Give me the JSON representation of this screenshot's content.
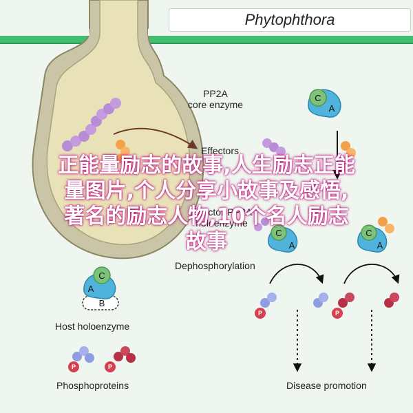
{
  "header": {
    "organism": "Phytophthora"
  },
  "labels": {
    "pp2a_core": "PP2A\ncore enzyme",
    "pp2a_line1": "PP2A",
    "pp2a_line2": "core enzyme",
    "effectors": "Effectors",
    "effector_pp2a_1": "Effector-PP2A",
    "effector_pp2a_2": "holoenzyme",
    "dephosphorylation": "Dephosphorylation",
    "host_holoenzyme": "Host holoenzyme",
    "phosphoproteins": "Phosphoproteins",
    "disease_promotion": "Disease promotion"
  },
  "subunits": {
    "a": "A",
    "b": "B",
    "c": "C",
    "p": "P"
  },
  "overlay": {
    "line1": "正能量励志的故事,人生励志正能",
    "line2": "量图片,个人分享小故事及感悟,",
    "line3": "著名的励志人物,10个名人励志",
    "line4": "故事"
  },
  "colors": {
    "subunit_a": "#4fb3dc",
    "subunit_c": "#7dc17a",
    "subunit_b": "#ffffff",
    "phospho": "#d6404f",
    "effector_purple": "#b78bd6",
    "effector_orange": "#f3a04a",
    "protein_blue": "#8e9ee0",
    "protein_red": "#b83045",
    "host_green": "#3fbf6e",
    "overlay_text": "#ffffff",
    "overlay_glow": "#c2007a"
  }
}
